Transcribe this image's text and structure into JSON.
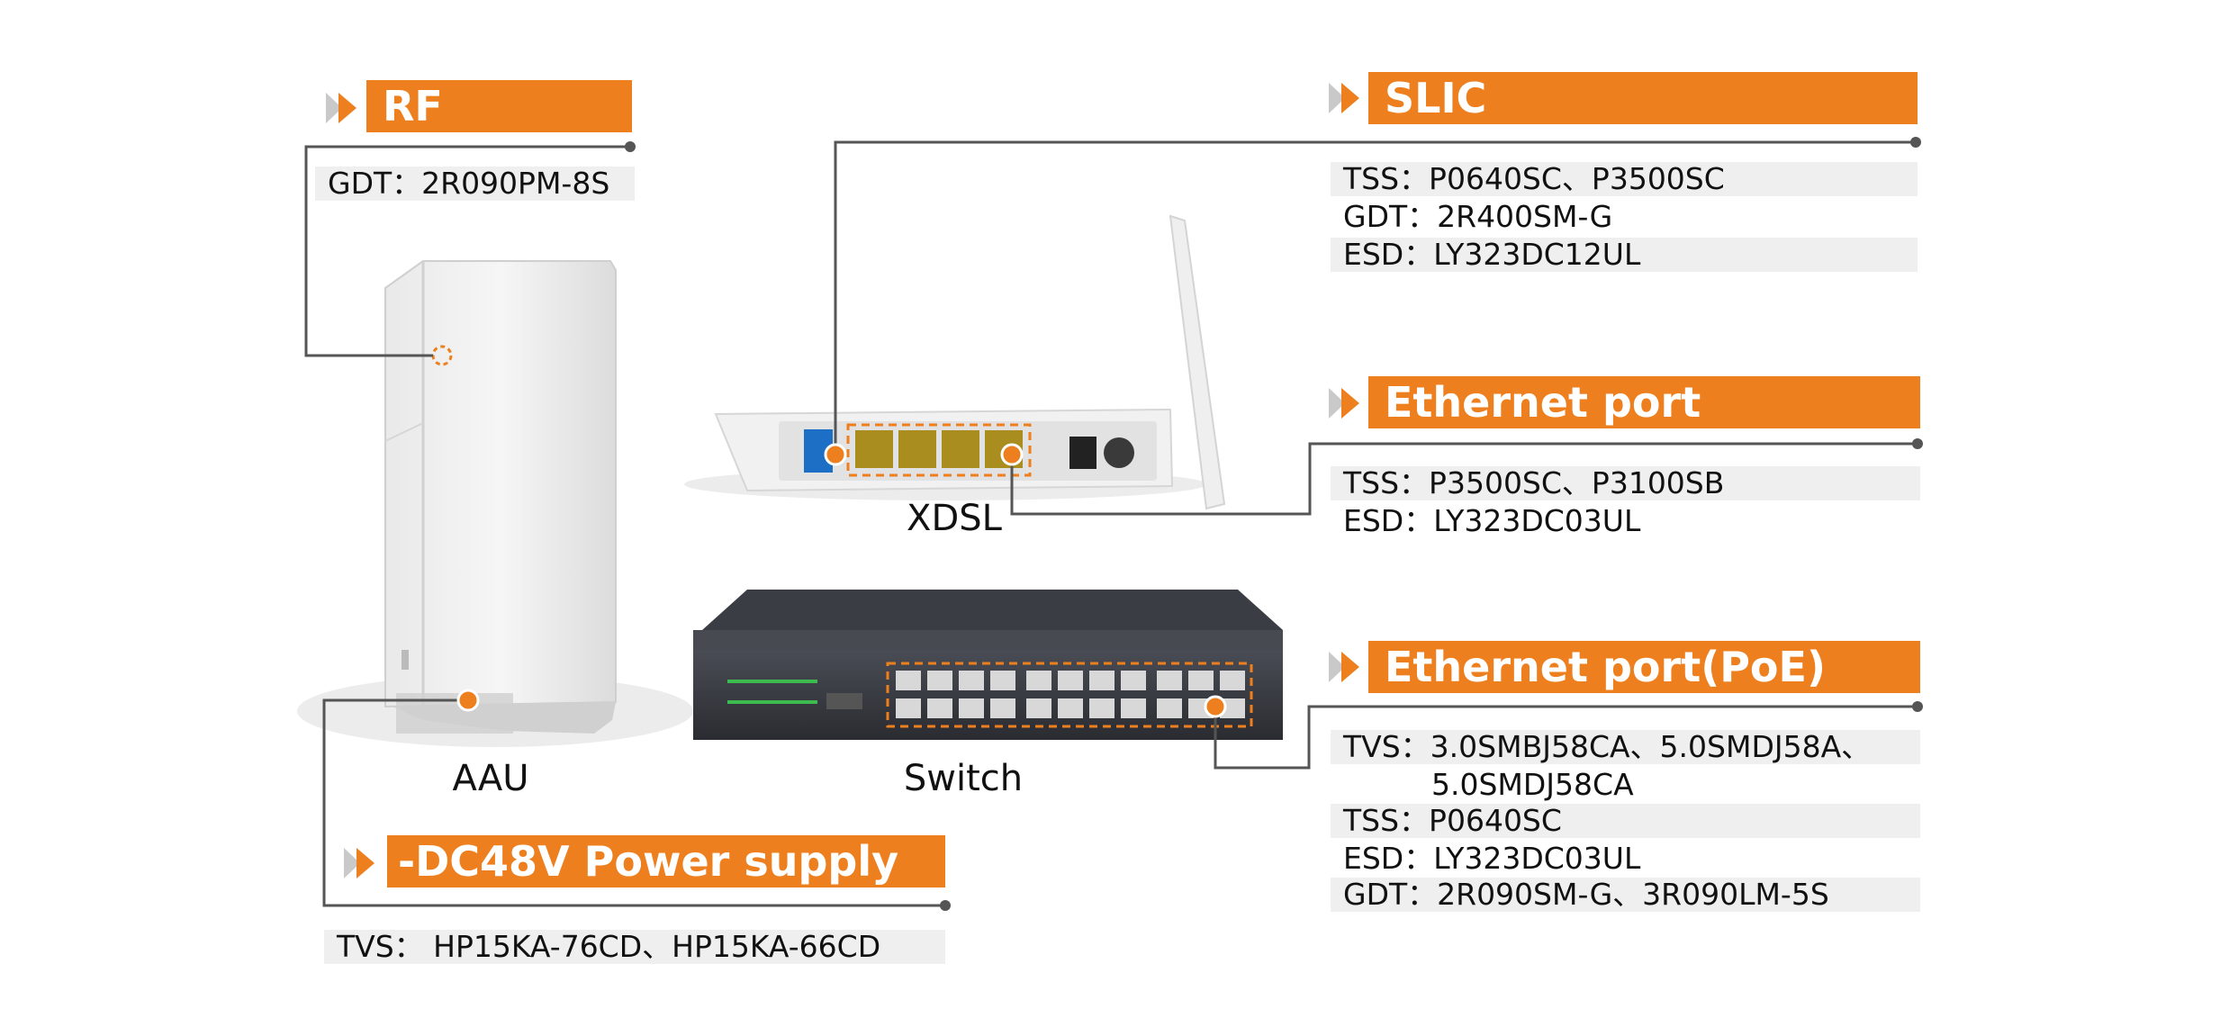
{
  "colors": {
    "accent": "#ee7f1e",
    "leader": "#555555",
    "row_bg": "#efefef"
  },
  "rf": {
    "title": "RF",
    "items": [
      "GDT：2R090PM-8S"
    ]
  },
  "slic": {
    "title": "SLIC",
    "items": [
      "TSS：P0640SC、P3500SC",
      "GDT：2R400SM-G",
      "ESD：LY323DC12UL"
    ]
  },
  "ethernet": {
    "title": "Ethernet port",
    "items": [
      "TSS：P3500SC、P3100SB",
      "ESD：LY323DC03UL"
    ]
  },
  "poe": {
    "title": "Ethernet port(PoE)",
    "items": [
      "TVS：3.0SMBJ58CA、5.0SMDJ58A、",
      "5.0SMDJ58CA",
      "TSS：P0640SC",
      "ESD：LY323DC03UL",
      "GDT：2R090SM-G、3R090LM-5S"
    ]
  },
  "power": {
    "title": "-DC48V Power supply",
    "items": [
      "TVS： HP15KA-76CD、HP15KA-66CD"
    ]
  },
  "devices": {
    "aau": "AAU",
    "xdsl": "XDSL",
    "switch": "Switch"
  }
}
